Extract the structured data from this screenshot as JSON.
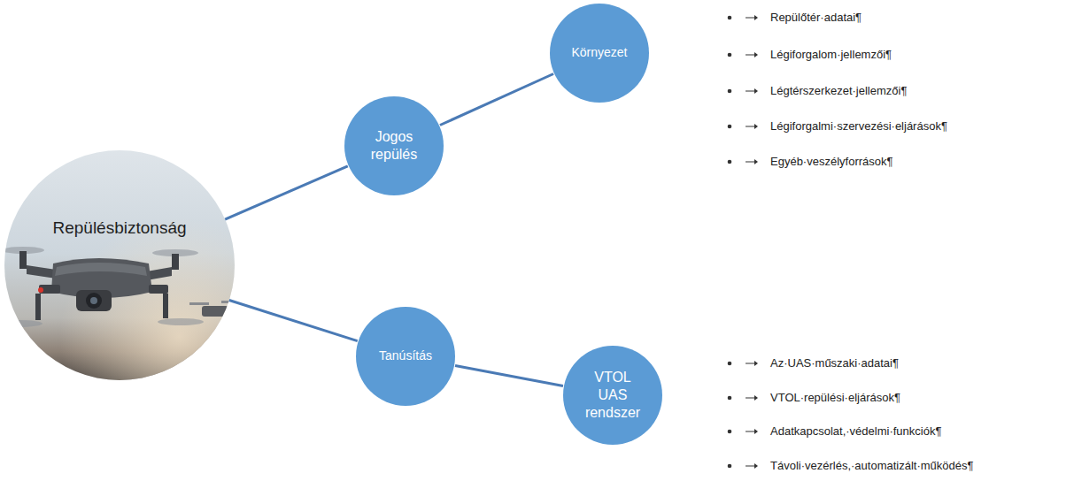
{
  "diagram": {
    "nodes": [
      {
        "text": [
          "Repülésbiztonság"
        ]
      },
      {
        "text": [
          "Jogos repülés"
        ]
      },
      {
        "text": [
          "Környezet"
        ]
      },
      {
        "text": [
          "Tanúsítás"
        ]
      },
      {
        "text": [
          "VTOL UAS rendszer"
        ]
      }
    ],
    "edges": [
      {
        "from": 0,
        "to": 1,
        "arrow": "none"
      },
      {
        "from": 1,
        "to": 2,
        "arrow": "none"
      },
      {
        "from": 0,
        "to": 3,
        "arrow": "none"
      },
      {
        "from": 3,
        "to": 4,
        "arrow": "none"
      }
    ],
    "labels": [
      "Repülőtér·adatai¶",
      "Légiforgalom·jellemzői¶",
      "Légtérszerkezet·jellemzői¶",
      "Légiforgalmi·szervezési·eljárások¶",
      "Egyéb·veszélyforrások¶",
      "Az·UAS·műszaki·adatai¶",
      "VTOL·repülési·eljárások¶",
      "Adatkapcsolat,·védelmi·funkciók¶",
      "Távoli·vezérlés,·automatizált·működés¶"
    ]
  }
}
